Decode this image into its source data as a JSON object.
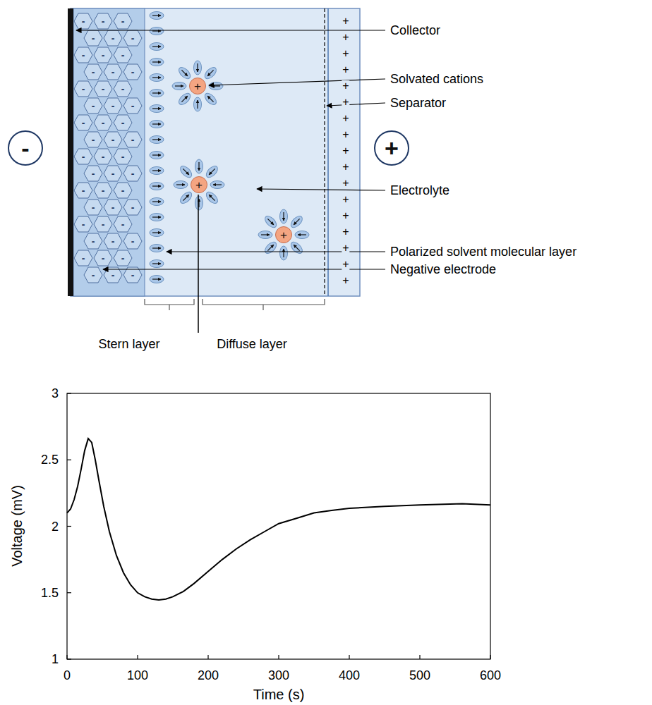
{
  "diagram": {
    "nodes": [
      {
        "text": [
          "-"
        ]
      },
      {
        "text": [
          "+"
        ]
      },
      {
        "text": [
          "+"
        ]
      },
      {
        "text": [
          "+"
        ]
      },
      {
        "text": [
          "+"
        ]
      }
    ],
    "labels": [
      "Collector",
      "Solvated cations",
      "Separator",
      "Electrolyte",
      "Polarized solvent molecular layer",
      "Negative electrode",
      "Stern layer",
      "Diffuse layer",
      "3",
      "2.5",
      "2",
      "1.5",
      "1",
      "0",
      "100",
      "200",
      "300",
      "400",
      "500",
      "600",
      "Voltage (mV)",
      "Time (s)",
      "-",
      "-",
      "-",
      "-",
      "-",
      "-",
      "-",
      "-",
      "-",
      "-",
      "-",
      "-",
      "-",
      "-",
      "-",
      "-",
      "-",
      "-",
      "-",
      "-",
      "-",
      "-",
      "-",
      "-",
      "-",
      "-",
      "-",
      "-",
      "-",
      "-",
      "-",
      "-",
      "-",
      "-",
      "-",
      "-",
      "-",
      "-",
      "-",
      "-",
      "-",
      "-",
      "-",
      "-",
      "-",
      "-",
      "-",
      "-",
      "+",
      "+",
      "+",
      "+",
      "+",
      "+",
      "+",
      "+",
      "+",
      "+",
      "+",
      "+",
      "+",
      "+",
      "+",
      "+",
      "+"
    ]
  }
}
